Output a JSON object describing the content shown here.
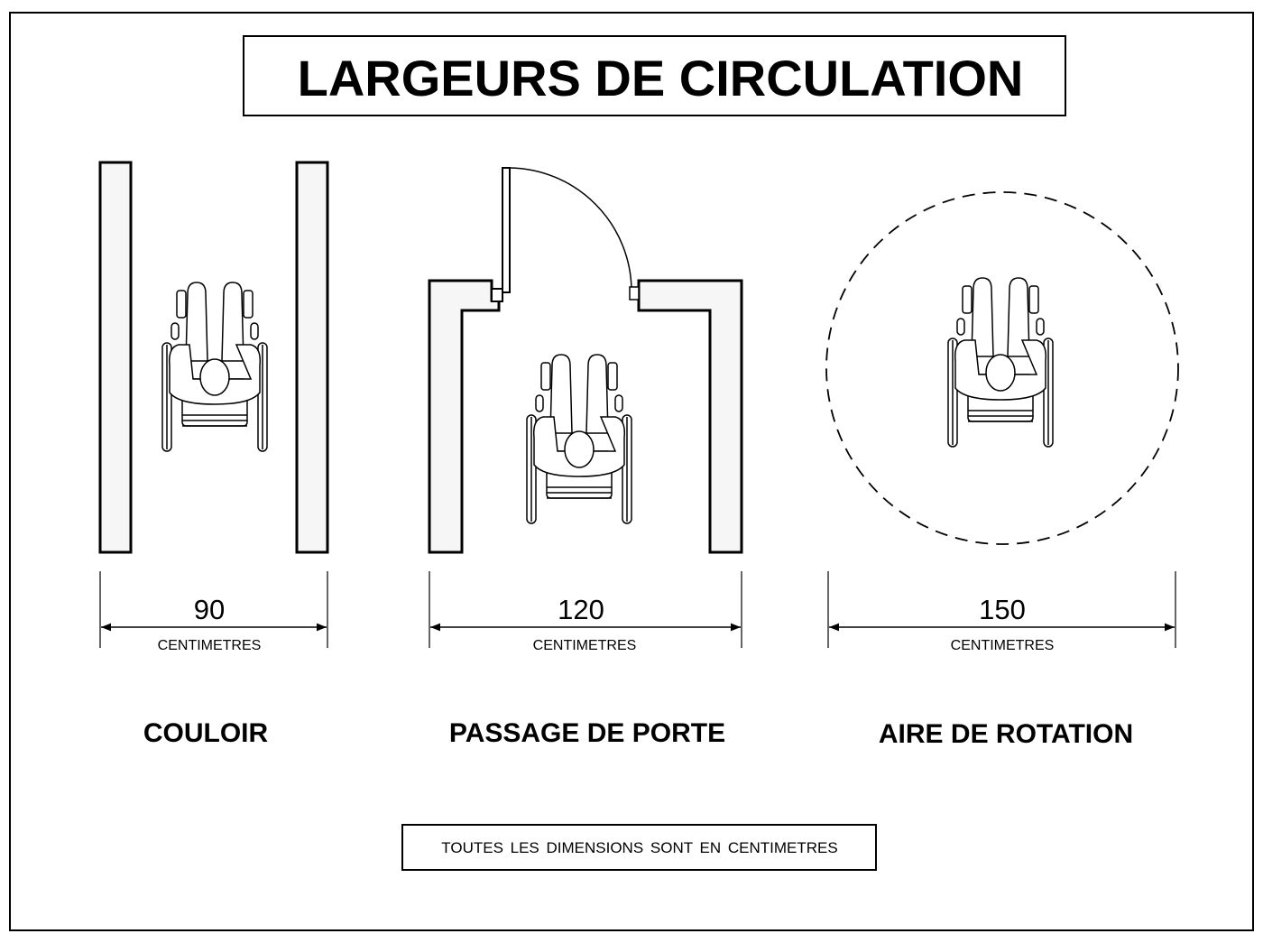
{
  "title": "LARGEURS DE CIRCULATION",
  "panels": [
    {
      "label": "COULOIR",
      "dimension": "90",
      "unit": "CENTIMETRES"
    },
    {
      "label": "PASSAGE DE PORTE",
      "dimension": "120",
      "unit": "CENTIMETRES"
    },
    {
      "label": "AIRE DE ROTATION",
      "dimension": "150",
      "unit": "CENTIMETRES"
    }
  ],
  "note": "TOUTES LES DIMENSIONS SONT EN CENTIMETRES",
  "icons": [
    "wheelchair-user-icon",
    "door-swing-icon",
    "turning-circle-icon"
  ]
}
